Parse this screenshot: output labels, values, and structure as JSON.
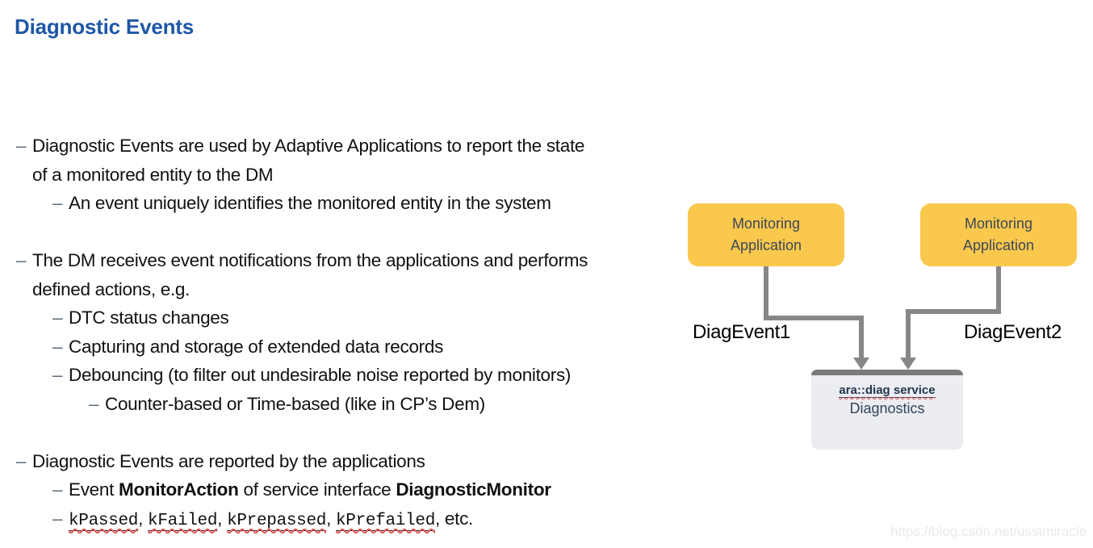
{
  "header": {
    "title": "Diagnostic Events"
  },
  "content": {
    "bullets": [
      {
        "level": 1,
        "gap": false,
        "segments": [
          {
            "text": "Diagnostic Events are used by Adaptive Applications to report the state of a monitored entity to the DM"
          }
        ]
      },
      {
        "level": 2,
        "gap": false,
        "segments": [
          {
            "text": "An event uniquely identifies the monitored entity in the system"
          }
        ]
      },
      {
        "level": 1,
        "gap": true,
        "segments": [
          {
            "text": "The DM receives event notifications from the applications and performs defined actions, e.g."
          }
        ]
      },
      {
        "level": 2,
        "gap": false,
        "segments": [
          {
            "text": "DTC status changes"
          }
        ]
      },
      {
        "level": 2,
        "gap": false,
        "segments": [
          {
            "text": "Capturing and storage of extended data records"
          }
        ]
      },
      {
        "level": 2,
        "gap": false,
        "segments": [
          {
            "text": "Debouncing (to filter out undesirable noise reported by monitors)"
          }
        ]
      },
      {
        "level": 3,
        "gap": false,
        "segments": [
          {
            "text": "Counter-based or Time-based (like in CP’s Dem)"
          }
        ]
      },
      {
        "level": 1,
        "gap": true,
        "segments": [
          {
            "text": "Diagnostic Events are reported by the applications"
          }
        ]
      },
      {
        "level": 2,
        "gap": false,
        "segments": [
          {
            "text": "Event "
          },
          {
            "text": "MonitorAction",
            "bold": true
          },
          {
            "text": " of service interface "
          },
          {
            "text": "DiagnosticMonitor",
            "bold": true
          }
        ]
      },
      {
        "level": 2,
        "gap": false,
        "segments": [
          {
            "text": "kPassed",
            "code": true
          },
          {
            "text": ", "
          },
          {
            "text": "kFailed",
            "code": true
          },
          {
            "text": ", "
          },
          {
            "text": "kPrepassed",
            "code": true
          },
          {
            "text": ", "
          },
          {
            "text": "kPrefailed",
            "code": true
          },
          {
            "text": ", etc."
          }
        ]
      }
    ]
  },
  "diagram": {
    "app_boxes": [
      {
        "label": "Monitoring Application"
      },
      {
        "label": "Monitoring Application"
      }
    ],
    "edge_labels": [
      {
        "text": "DiagEvent1"
      },
      {
        "text": "DiagEvent2"
      }
    ],
    "service_box": {
      "title": "ara::diag service",
      "subtitle": "Diagnostics"
    }
  },
  "watermark": {
    "text": "https://blog.csdn.net/usstmiracle"
  },
  "colors": {
    "title_blue": "#1E57A6",
    "bullet_dash": "#5B6B7B",
    "body_text": "#111111",
    "app_box_fill": "#FBC84E",
    "app_box_text": "#3D4756",
    "connector_gray": "#878787",
    "service_box_fill": "#ECEDF1",
    "service_box_bar": "#7A7A7A",
    "service_title_text": "#22364E",
    "service_subtitle_text": "#31455C",
    "edge_label_text": "#000000",
    "code_underline": "#1A1A1A",
    "spellcheck_red": "#E05A5A",
    "watermark_gray": "#E9E9E9"
  }
}
